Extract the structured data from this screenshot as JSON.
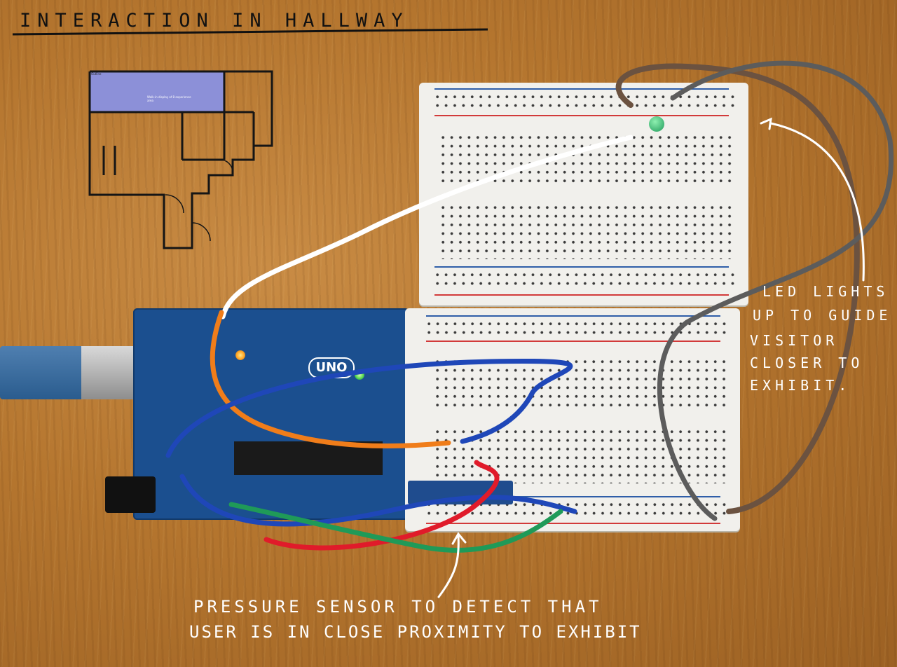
{
  "title": "INTERACTION IN HALLWAY",
  "board_label": "UNO",
  "annotations": {
    "led": [
      "LED LIGHTS",
      "UP TO GUIDE",
      "VISITOR",
      "CLOSER TO",
      "EXHIBIT."
    ],
    "sensor": [
      "PRESSURE SENSOR TO DETECT THAT",
      "USER IS IN CLOSE PROXIMITY TO EXHIBIT"
    ]
  },
  "floorplan": {
    "room_label": "Walk-in display of 8 experience area",
    "tiny_label": "Outline"
  },
  "colors": {
    "wood": "#b5762f",
    "board": "#1b4f8f",
    "room_fill": "#8c90d8",
    "wire_white": "#ffffff",
    "wire_orange": "#f07d1a",
    "wire_blue": "#1f47b8",
    "wire_red": "#e01b2a",
    "wire_green": "#1f9a58",
    "wire_brown": "#6b5240",
    "wire_gray": "#5c5c5c",
    "led": "#1f9a5a"
  }
}
